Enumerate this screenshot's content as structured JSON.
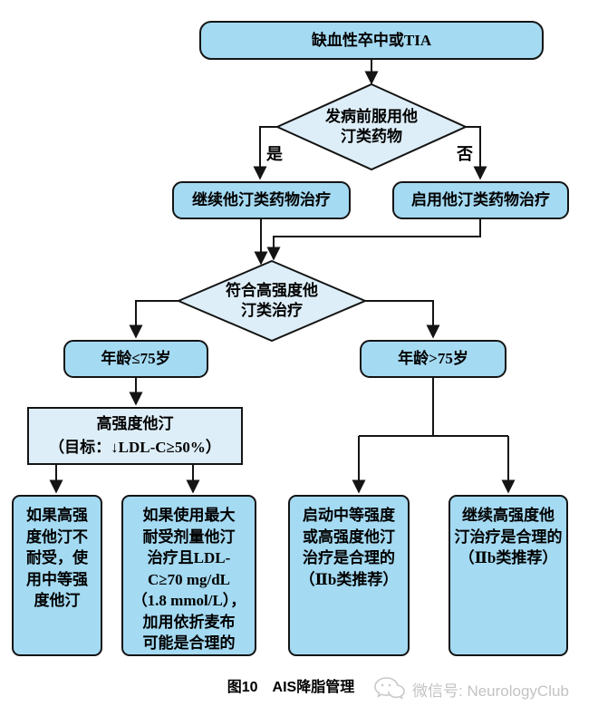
{
  "colors": {
    "node_fill": "#a4daf2",
    "light_fill": "#ddeef8",
    "border": "#141414",
    "watermark_gray": "#c3c3c3"
  },
  "nodes": {
    "start": "缺血性卒中或TIA",
    "decision_prior_statin": "发病前服用他\n汀类药物",
    "label_yes": "是",
    "label_no": "否",
    "continue_statin": "继续他汀类药物治疗",
    "start_statin": "启用他汀类药物治疗",
    "decision_high_intensity": "符合高强度他\n汀类治疗",
    "age_le_75": "年龄≤75岁",
    "age_gt_75": "年龄>75岁",
    "high_intensity_goal": "高强度他汀\n（目标：↓LDL-C≥50%）",
    "outcome_intolerant": "如果高强\n度他汀不\n耐受，使\n用中等强\n度他汀",
    "outcome_ezetimibe": "如果使用最大\n耐受剂量他汀\n治疗且LDL-\nC≥70 mg/dL\n（1.8 mmol/L），\n加用依折麦布\n可能是合理的",
    "outcome_initiate": "启动中等强度\n或高强度他汀\n治疗是合理的\n（Ⅱb类推荐）",
    "outcome_continue": "继续高强度他\n汀治疗是合理的\n（Ⅱb类推荐）"
  },
  "caption": "图10　AIS降脂管理",
  "watermark": {
    "icon": "wechat-icon",
    "text": "微信号: NeurologyClub"
  }
}
